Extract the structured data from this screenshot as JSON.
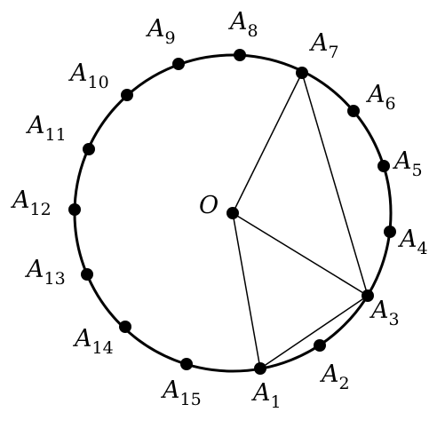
{
  "center_label": "O",
  "point_prefix": "A",
  "points": [
    {
      "sub": "1"
    },
    {
      "sub": "2"
    },
    {
      "sub": "3"
    },
    {
      "sub": "4"
    },
    {
      "sub": "5"
    },
    {
      "sub": "6"
    },
    {
      "sub": "7"
    },
    {
      "sub": "8"
    },
    {
      "sub": "9"
    },
    {
      "sub": "10"
    },
    {
      "sub": "11"
    },
    {
      "sub": "12"
    },
    {
      "sub": "13"
    },
    {
      "sub": "14"
    },
    {
      "sub": "15"
    }
  ],
  "segments": [
    [
      "O",
      "A7"
    ],
    [
      "O",
      "A3"
    ],
    [
      "O",
      "A1"
    ],
    [
      "A7",
      "A3"
    ],
    [
      "A1",
      "A3"
    ]
  ],
  "colors": {
    "stroke": "#000000",
    "fill": "#000000"
  }
}
